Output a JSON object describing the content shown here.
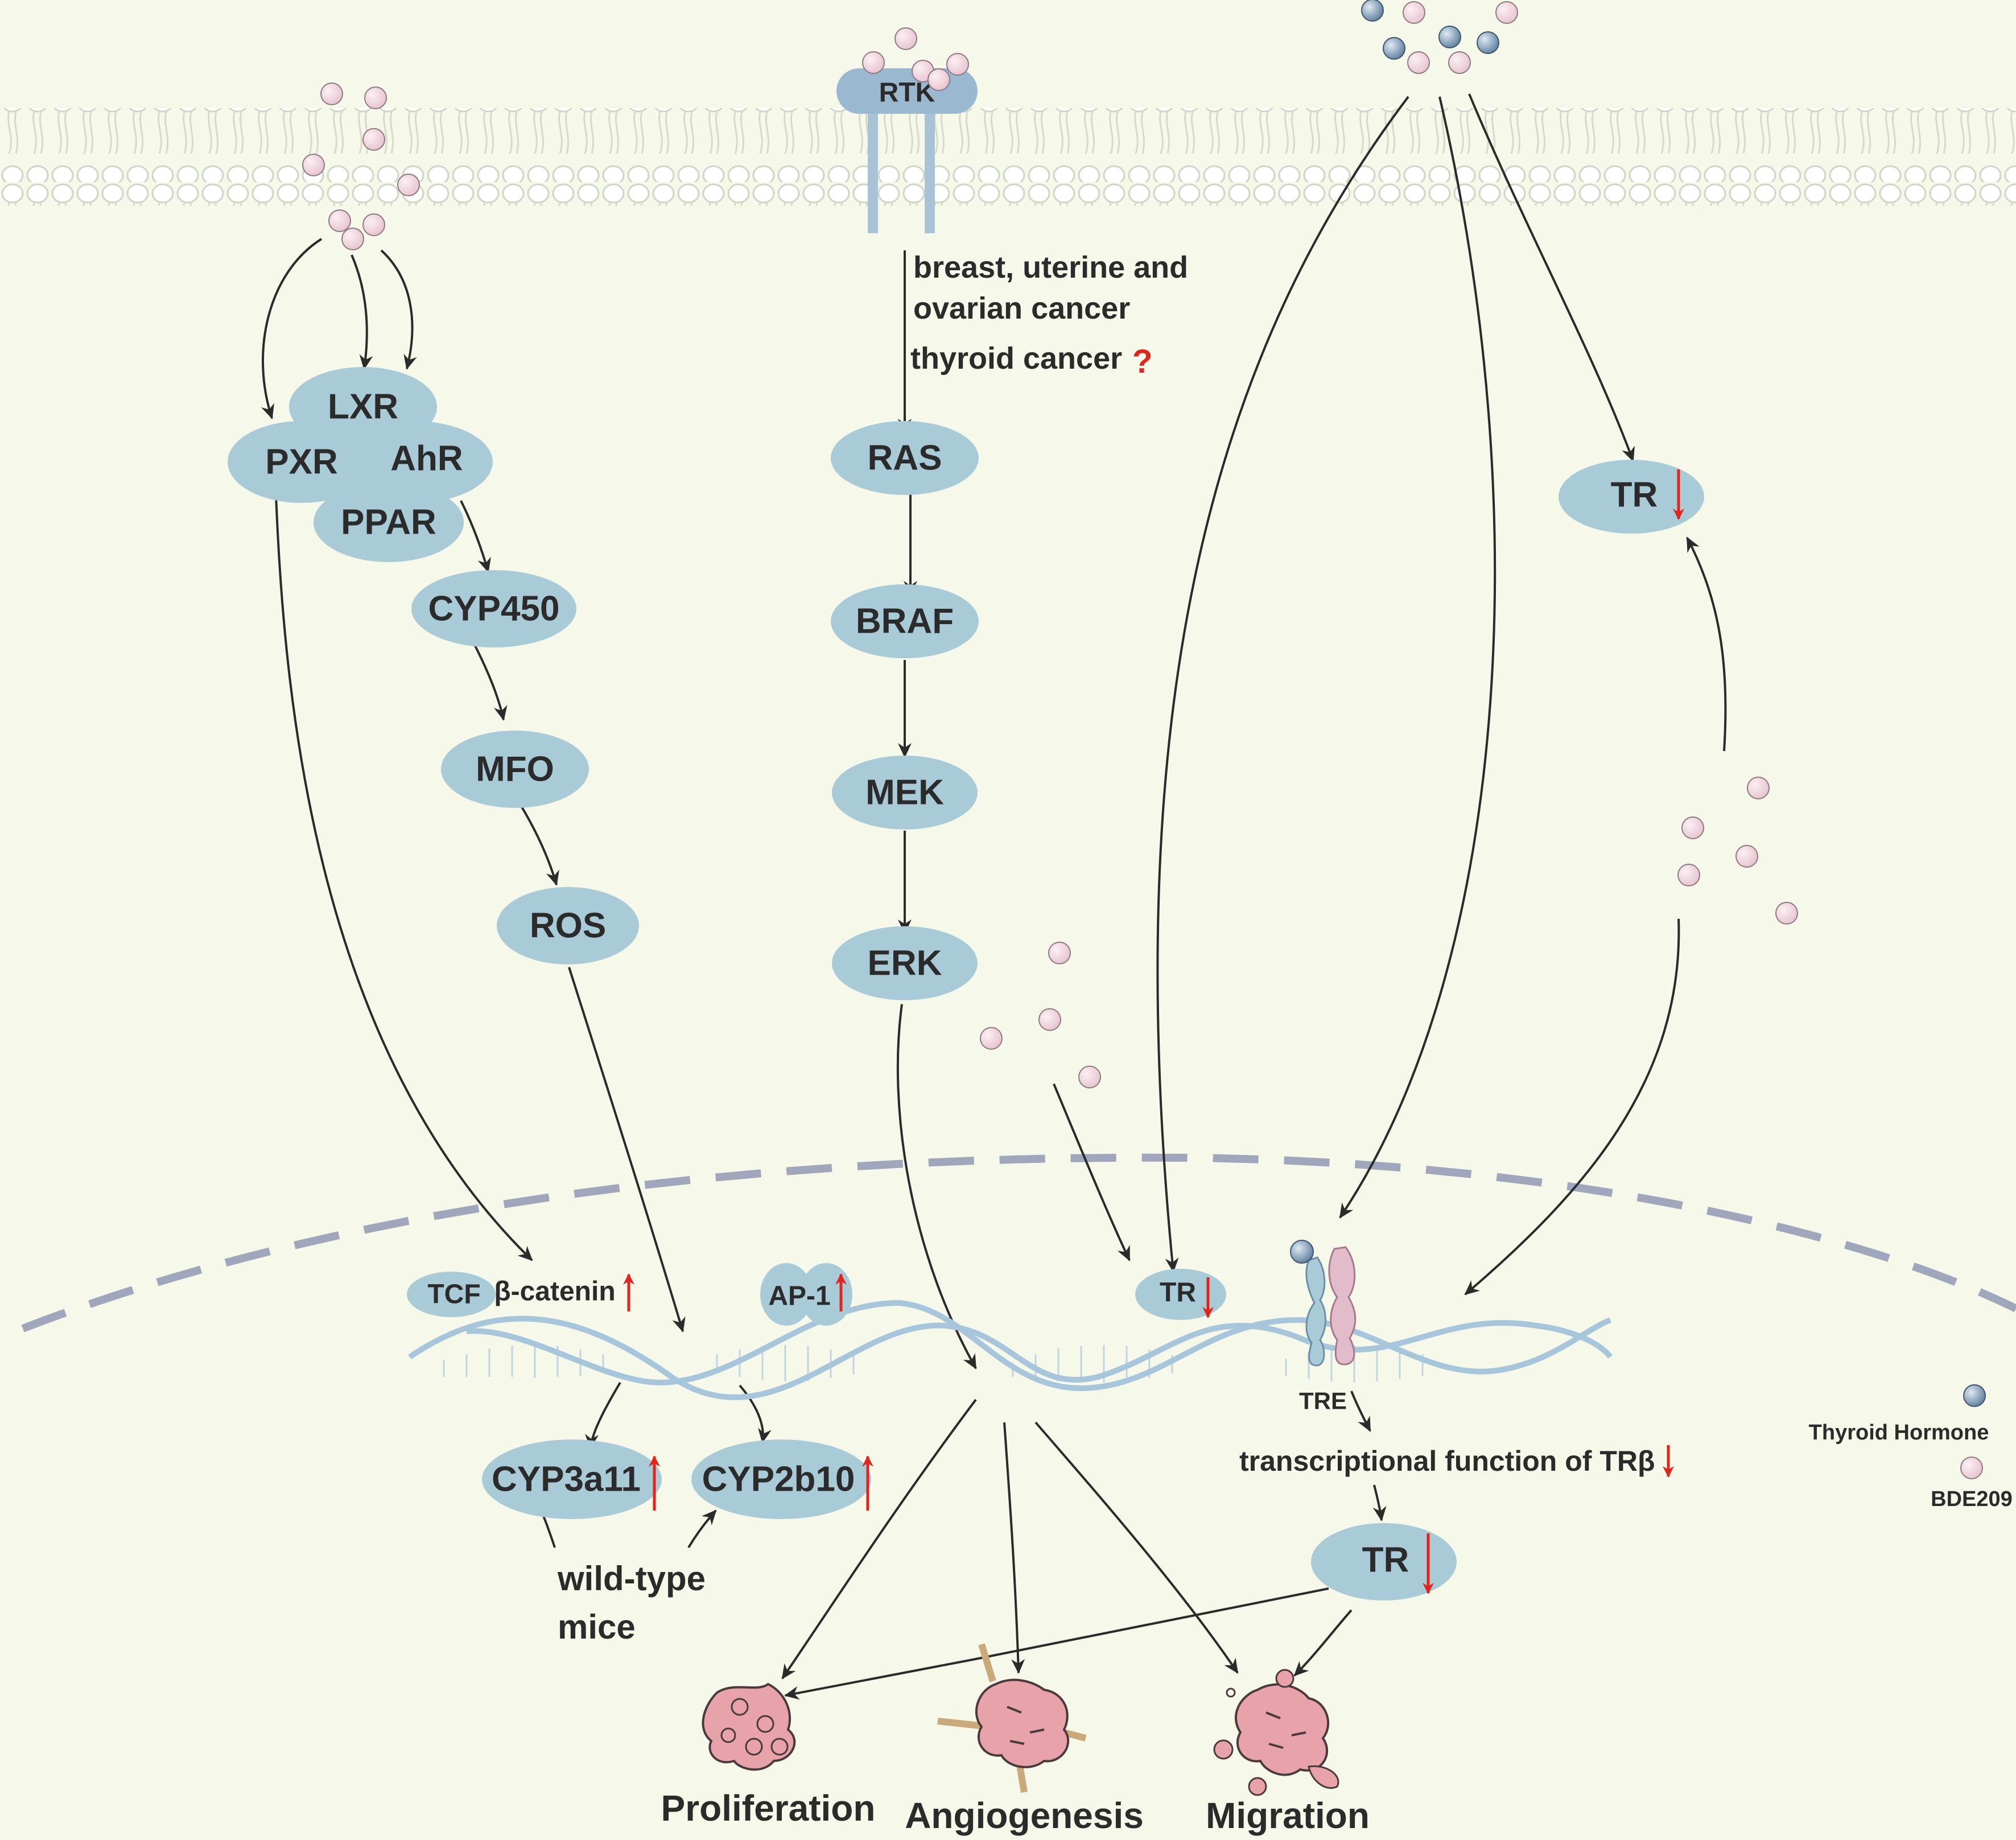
{
  "labels": {
    "rtk": "RTK",
    "lxr": "LXR",
    "pxr": "PXR",
    "ahr": "AhR",
    "ppar": "PPAR",
    "cyp450": "CYP450",
    "mfo": "MFO",
    "ros": "ROS",
    "ras": "RAS",
    "braf": "BRAF",
    "mek": "MEK",
    "erk": "ERK",
    "tr_top": "TR",
    "tcf": "TCF",
    "beta_catenin": "β-catenin",
    "ap1": "AP-1",
    "tr_dna": "TR",
    "tre": "TRE",
    "cyp3a11": "CYP3a11",
    "cyp2b10": "CYP2b10",
    "tr_bottom": "TR"
  },
  "notes": {
    "cancer_line1": "breast, uterine and",
    "cancer_line2": "ovarian cancer",
    "thyroid_cancer": "thyroid cancer",
    "question_mark": "?",
    "wild_type_line1": "wild-type",
    "wild_type_line2": "mice",
    "transcriptional": "transcriptional function of TRβ"
  },
  "outcomes": {
    "proliferation": "Proliferation",
    "angiogenesis": "Angiogenesis",
    "migration": "Migration"
  },
  "legend": {
    "thyroid_hormone": "Thyroid Hormone",
    "bde209": "BDE209"
  },
  "colors": {
    "background": "#f6f8e9",
    "node_fill": "#a9cbd8",
    "membrane": "#e6e9dc",
    "dna": "#a8c6db",
    "nucleus_dash": "#a0a6bc",
    "bde209": "#efd5dd",
    "thyroid_hormone": "#7a97b2",
    "tumor": "#e8a3aa",
    "up_down_arrow": "#e0261c"
  }
}
